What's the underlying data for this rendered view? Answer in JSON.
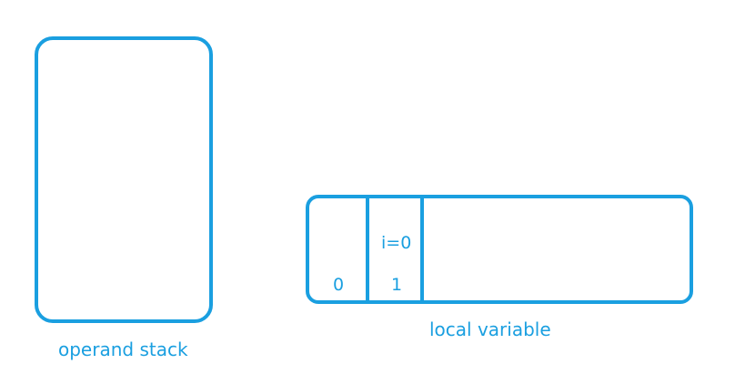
{
  "colors": {
    "accent": "#1a9fe0",
    "background": "#ffffff"
  },
  "operand_stack": {
    "label": "operand stack"
  },
  "local_variable": {
    "label": "local variable",
    "slots": [
      {
        "index": "0",
        "value": ""
      },
      {
        "index": "1",
        "value": "i=0"
      }
    ]
  }
}
